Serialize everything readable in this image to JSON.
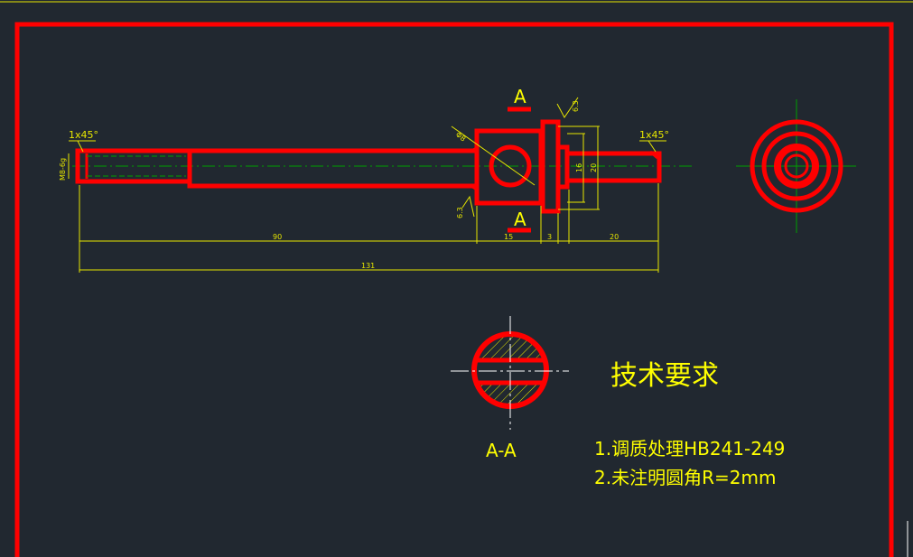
{
  "colors": {
    "background": "#212830",
    "outline": "#ff0000",
    "dimension": "#e6e600",
    "text": "#ffff00",
    "centerline": "#00a000"
  },
  "dims": {
    "chamfer_left": "1x45°",
    "chamfer_right": "1x45°",
    "thread_left": "M8-6g",
    "roughness_top": "6.3",
    "roughness_bottom": "6.3",
    "diameter_hole": "Φ8",
    "section_marker_top": "A",
    "section_marker_bottom": "A",
    "v_16": "16",
    "v_20": "20",
    "h_90": "90",
    "h_15": "15",
    "h_3": "3",
    "h_20": "20",
    "h_131": "131"
  },
  "section": {
    "label": "A-A"
  },
  "requirements": {
    "title": "技术要求",
    "items": [
      "1.调质处理HB241-249",
      "2.未注明圆角R=2mm"
    ]
  }
}
